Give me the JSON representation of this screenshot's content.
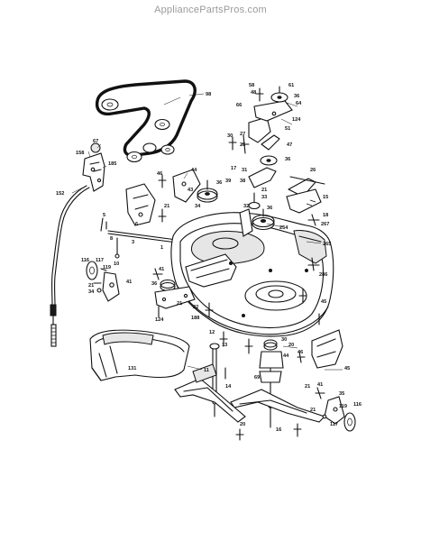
{
  "header": {
    "site": "AppliancePartsPros.com"
  },
  "callouts": [
    {
      "id": "c-98",
      "text": "98"
    },
    {
      "id": "c-67",
      "text": "67"
    },
    {
      "id": "c-158",
      "text": "158"
    },
    {
      "id": "c-185",
      "text": "185"
    },
    {
      "id": "c-152",
      "text": "152"
    },
    {
      "id": "c-116a",
      "text": "116"
    },
    {
      "id": "c-117a",
      "text": "117"
    },
    {
      "id": "c-119a",
      "text": "119"
    },
    {
      "id": "c-21a",
      "text": "21"
    },
    {
      "id": "c-34a",
      "text": "34"
    },
    {
      "id": "c-41a",
      "text": "41"
    },
    {
      "id": "c-5",
      "text": "5"
    },
    {
      "id": "c-6",
      "text": "6"
    },
    {
      "id": "c-8",
      "text": "8"
    },
    {
      "id": "c-10",
      "text": "10"
    },
    {
      "id": "c-3",
      "text": "3"
    },
    {
      "id": "c-21b",
      "text": "21"
    },
    {
      "id": "c-1",
      "text": "1"
    },
    {
      "id": "c-46a",
      "text": "46"
    },
    {
      "id": "c-44",
      "text": "44"
    },
    {
      "id": "c-43",
      "text": "43"
    },
    {
      "id": "c-36a",
      "text": "36"
    },
    {
      "id": "c-34b",
      "text": "34"
    },
    {
      "id": "c-41b",
      "text": "41"
    },
    {
      "id": "c-36b",
      "text": "36"
    },
    {
      "id": "c-21c",
      "text": "21"
    },
    {
      "id": "c-22",
      "text": "22"
    },
    {
      "id": "c-124a",
      "text": "124"
    },
    {
      "id": "c-188",
      "text": "188"
    },
    {
      "id": "c-58",
      "text": "58"
    },
    {
      "id": "c-48",
      "text": "48"
    },
    {
      "id": "c-66",
      "text": "66"
    },
    {
      "id": "c-61",
      "text": "61"
    },
    {
      "id": "c-36c",
      "text": "36"
    },
    {
      "id": "c-64",
      "text": "64"
    },
    {
      "id": "c-124b",
      "text": "124"
    },
    {
      "id": "c-51",
      "text": "51"
    },
    {
      "id": "c-30a",
      "text": "30"
    },
    {
      "id": "c-27",
      "text": "27"
    },
    {
      "id": "c-25",
      "text": "25"
    },
    {
      "id": "c-47",
      "text": "47"
    },
    {
      "id": "c-36d",
      "text": "36"
    },
    {
      "id": "c-17",
      "text": "17"
    },
    {
      "id": "c-31",
      "text": "31"
    },
    {
      "id": "c-26",
      "text": "26"
    },
    {
      "id": "c-39",
      "text": "39"
    },
    {
      "id": "c-38",
      "text": "38"
    },
    {
      "id": "c-21d",
      "text": "21"
    },
    {
      "id": "c-33",
      "text": "33"
    },
    {
      "id": "c-15",
      "text": "15"
    },
    {
      "id": "c-32",
      "text": "32"
    },
    {
      "id": "c-36e",
      "text": "36"
    },
    {
      "id": "c-18",
      "text": "18"
    },
    {
      "id": "c-267",
      "text": "267"
    },
    {
      "id": "c-254",
      "text": "254"
    },
    {
      "id": "c-265",
      "text": "265"
    },
    {
      "id": "c-286",
      "text": "286"
    },
    {
      "id": "c-45a",
      "text": "45"
    },
    {
      "id": "c-12",
      "text": "12"
    },
    {
      "id": "c-13",
      "text": "13"
    },
    {
      "id": "c-30b",
      "text": "30"
    },
    {
      "id": "c-20",
      "text": "20"
    },
    {
      "id": "c-46b",
      "text": "46"
    },
    {
      "id": "c-44b",
      "text": "44"
    },
    {
      "id": "c-45b",
      "text": "45"
    },
    {
      "id": "c-131",
      "text": "131"
    },
    {
      "id": "c-11",
      "text": "11"
    },
    {
      "id": "c-14",
      "text": "14"
    },
    {
      "id": "c-69",
      "text": "69"
    },
    {
      "id": "c-20b",
      "text": "20"
    },
    {
      "id": "c-16",
      "text": "16"
    },
    {
      "id": "c-21e",
      "text": "21"
    },
    {
      "id": "c-41c",
      "text": "41"
    },
    {
      "id": "c-35",
      "text": "35"
    },
    {
      "id": "c-21f",
      "text": "21"
    },
    {
      "id": "c-119b",
      "text": "119"
    },
    {
      "id": "c-116b",
      "text": "116"
    },
    {
      "id": "c-117b",
      "text": "117"
    }
  ]
}
